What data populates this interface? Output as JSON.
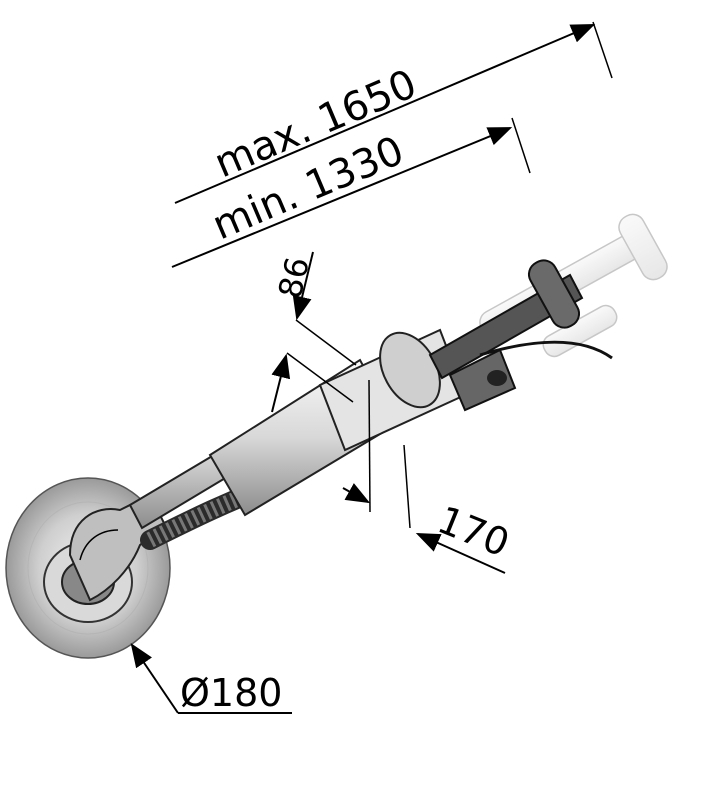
{
  "dimensions": {
    "length_max": "max. 1650",
    "length_min": "min. 1330",
    "head_height": "86",
    "head_width": "170",
    "disc_diameter": "Ø180"
  }
}
